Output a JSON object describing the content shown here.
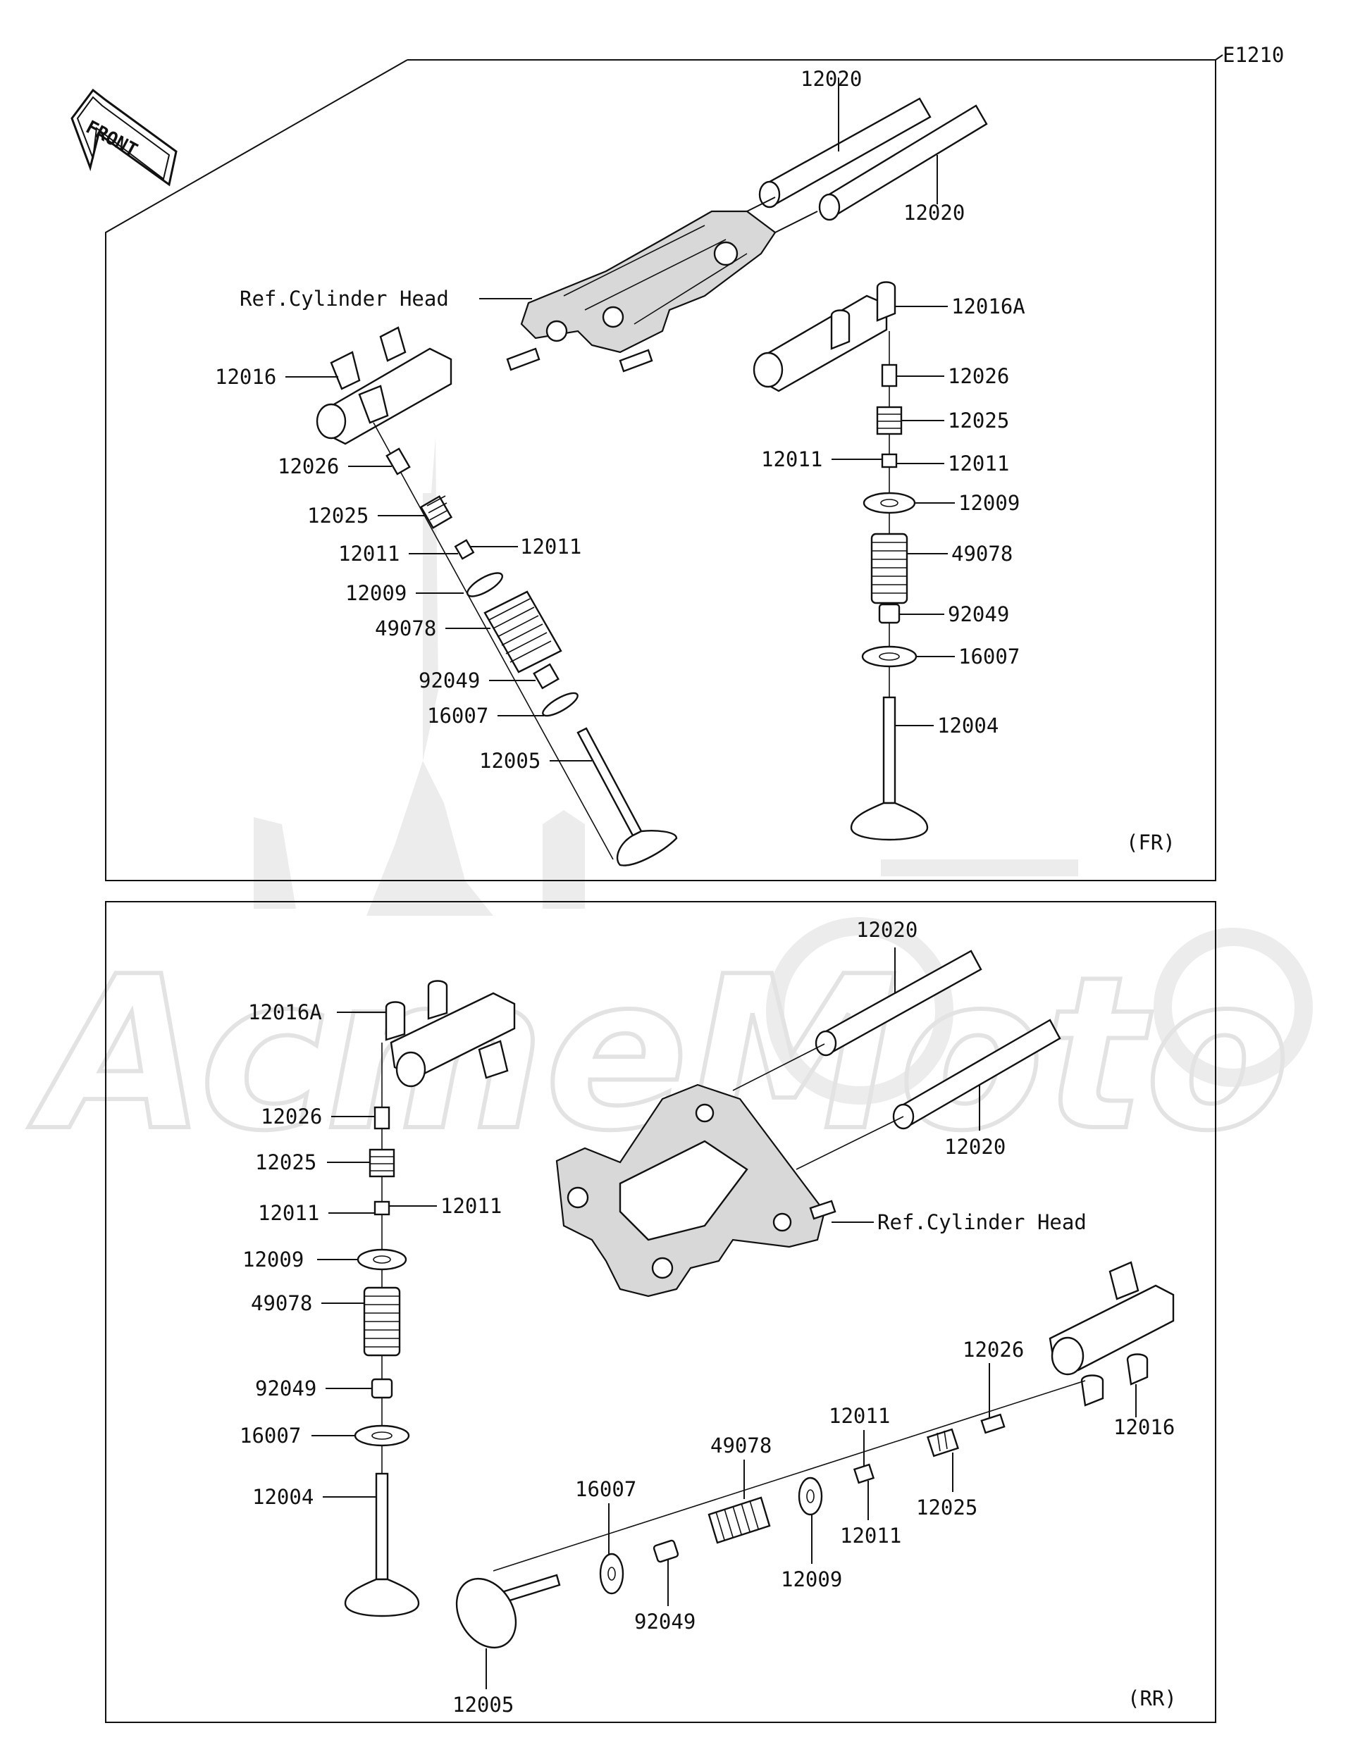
{
  "diagram_code": "E1210",
  "front_arrow": {
    "label": "FRONT",
    "icon": "front-direction-arrow-icon"
  },
  "watermark": {
    "text": "AcmeMoto",
    "icon": "castle-motorcycle-watermark"
  },
  "panels": {
    "fr": {
      "tag": "(FR)",
      "ref_label": "Ref.Cylinder Head",
      "labels": {
        "shaft_a": "12020",
        "shaft_b": "12020",
        "rocker_left": "12016",
        "rocker_right": "12016A",
        "l_12026": "12026",
        "l_12025": "12025",
        "l_12011a": "12011",
        "l_12011b": "12011",
        "l_12009": "12009",
        "l_49078": "49078",
        "l_92049": "92049",
        "l_16007": "16007",
        "l_12005": "12005",
        "r_12026": "12026",
        "r_12025": "12025",
        "r_12011a": "12011",
        "r_12011b": "12011",
        "r_12009": "12009",
        "r_49078": "49078",
        "r_92049": "92049",
        "r_16007": "16007",
        "r_12004": "12004"
      }
    },
    "rr": {
      "tag": "(RR)",
      "ref_label": "Ref.Cylinder Head",
      "labels": {
        "shaft_a": "12020",
        "shaft_b": "12020",
        "rocker_left": "12016A",
        "rocker_right": "12016",
        "l_12026": "12026",
        "l_12025": "12025",
        "l_12011a": "12011",
        "l_12011b": "12011",
        "l_12009": "12009",
        "l_49078": "49078",
        "l_92049": "92049",
        "l_16007": "16007",
        "l_12004": "12004",
        "h_16007": "16007",
        "h_49078": "49078",
        "h_12011a": "12011",
        "h_12011b": "12011",
        "h_12009": "12009",
        "h_12025": "12025",
        "h_12026": "12026",
        "h_92049": "92049",
        "h_12005": "12005",
        "h_12016": "12016"
      }
    }
  }
}
